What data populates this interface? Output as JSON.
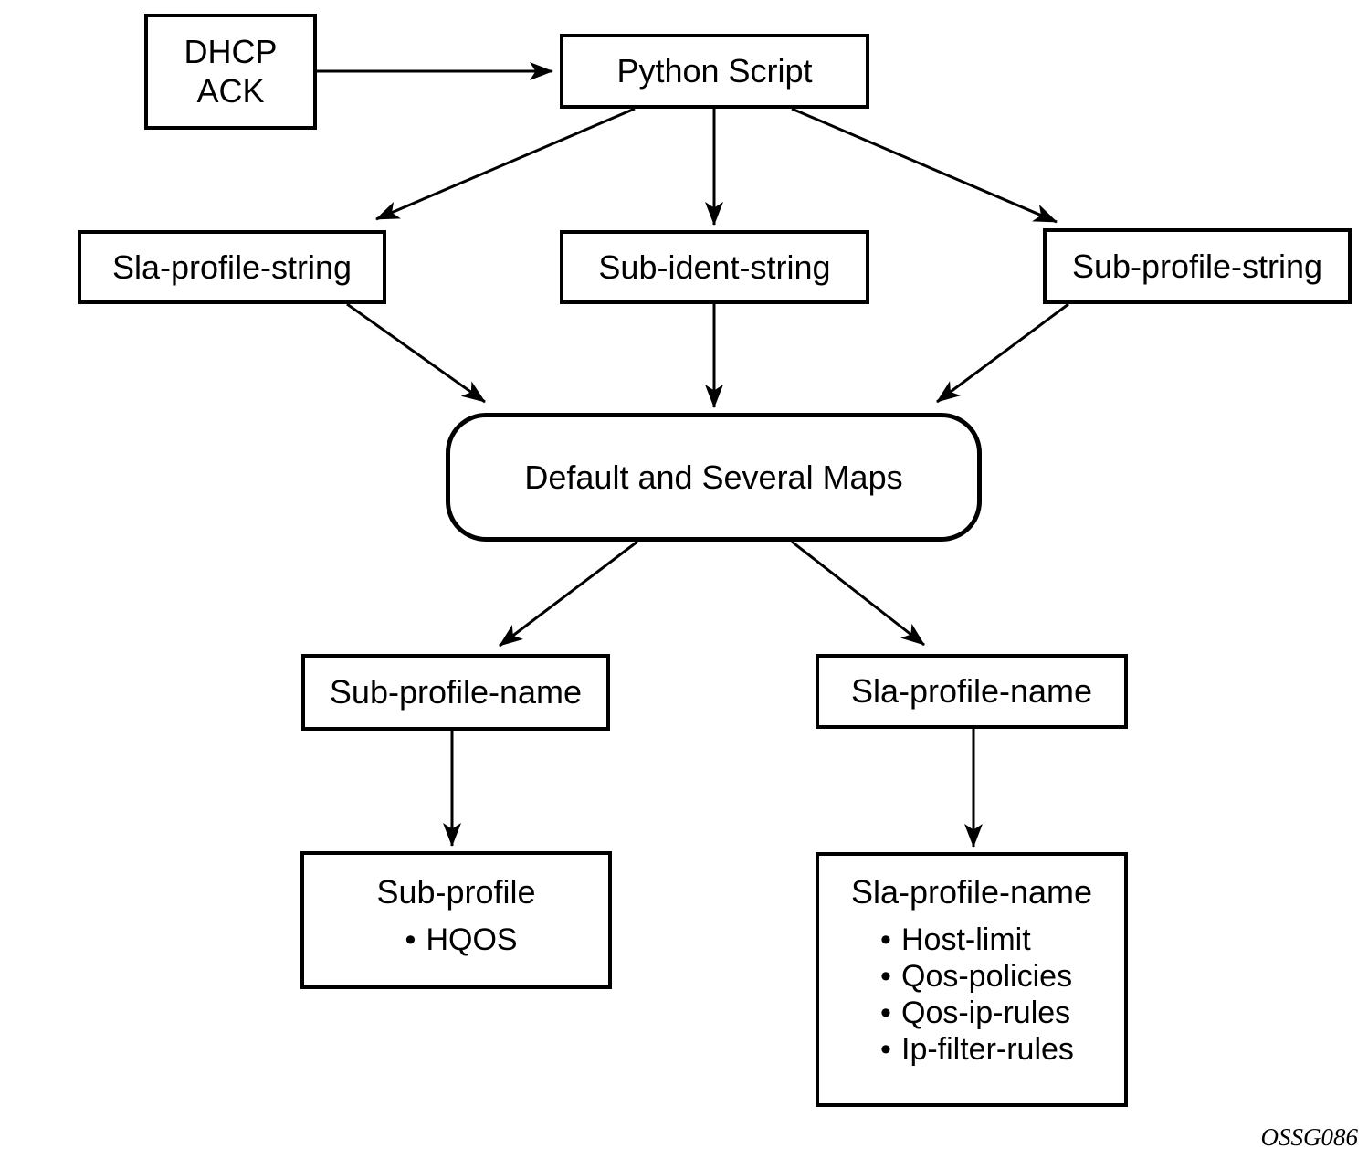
{
  "bullet_char": "•",
  "figure_id": "OSSG086",
  "nodes": {
    "dhcp_ack": {
      "lines": [
        "DHCP",
        "ACK"
      ]
    },
    "python_script": {
      "label": "Python Script"
    },
    "sla_profile_string": {
      "label": "Sla-profile-string"
    },
    "sub_ident_string": {
      "label": "Sub-ident-string"
    },
    "sub_profile_string": {
      "label": "Sub-profile-string"
    },
    "default_maps": {
      "label": "Default and Several Maps"
    },
    "sub_profile_name": {
      "label": "Sub-profile-name"
    },
    "sla_profile_name": {
      "label": "Sla-profile-name"
    },
    "sub_profile_detail": {
      "title": "Sub-profile",
      "bullets": [
        "HQOS"
      ]
    },
    "sla_profile_detail": {
      "title": "Sla-profile-name",
      "bullets": [
        "Host-limit",
        "Qos-policies",
        "Qos-ip-rules",
        "Ip-filter-rules"
      ]
    }
  },
  "colors": {
    "line": "#000000",
    "background": "#ffffff"
  }
}
